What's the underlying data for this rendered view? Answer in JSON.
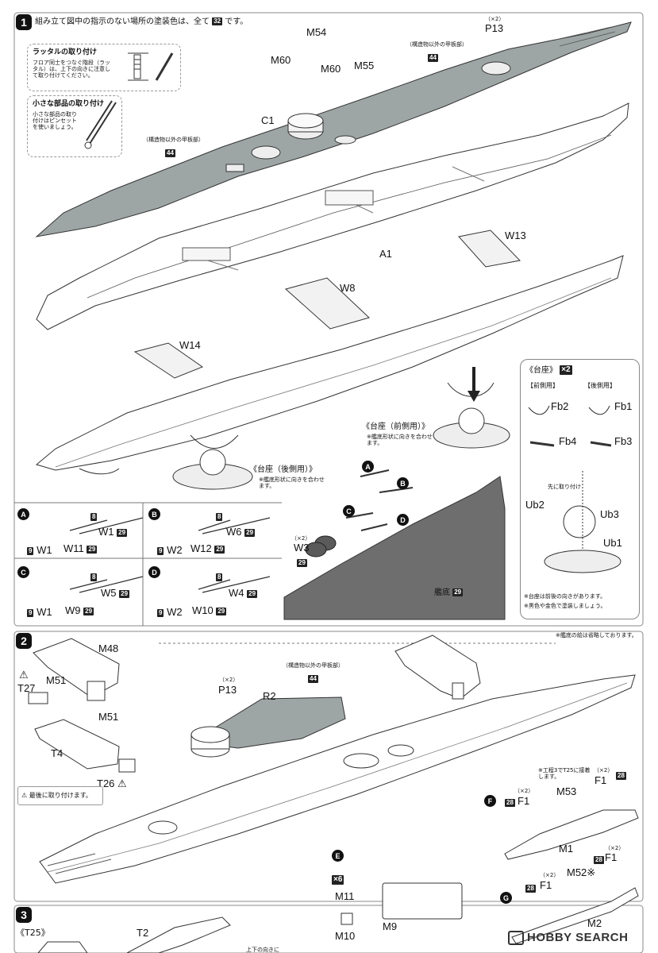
{
  "step1": {
    "number": "1",
    "header_text": "組み立て図中の指示のない場所の塗装色は、全て",
    "header_color": "32",
    "header_suffix": "です。",
    "ladder_title": "ラッタルの取り付け",
    "ladder_desc": "フロア同士をつなぐ階段（ラッタル）は、上下の向きに注意して取り付けてください。",
    "small_parts_title": "小さな部品の取り付け",
    "small_parts_desc": "小さな部品の取り付けはピンセットを使いましょう。",
    "deck_note": "（構造物以外の甲板部）",
    "deck_color": "44",
    "deck_note2": "（構造物以外の甲板部）",
    "deck_color2": "44",
    "parts": {
      "m54": "M54",
      "m60a": "M60",
      "m60b": "M60",
      "m55": "M55",
      "p13_mult": "（×2）",
      "p13": "P13",
      "c1": "C1",
      "a1": "A1",
      "w13": "W13",
      "w8": "W8",
      "w14": "W14"
    },
    "stand_front_title": "《台座（前側用）》",
    "stand_front_note": "※艦底形状に向きを合わせます。",
    "stand_rear_title": "《台座（後側用）》",
    "stand_rear_note": "※艦底形状に向きを合わせます。",
    "hull_bottom_label": "艦底",
    "hull_bottom_color": "29",
    "w3_mult": "（×2）",
    "w3": "W3",
    "w3_color": "29",
    "sub_a": {
      "letter": "A",
      "c8": "8",
      "w1": "W1",
      "w1c": "29",
      "w11": "W11",
      "w11c": "29",
      "base": "W1",
      "basec": "9"
    },
    "sub_b": {
      "letter": "B",
      "c8": "8",
      "w6": "W6",
      "w6c": "29",
      "w12": "W12",
      "w12c": "29",
      "base": "W2",
      "basec": "9"
    },
    "sub_c": {
      "letter": "C",
      "c8": "8",
      "w5": "W5",
      "w5c": "29",
      "w9": "W9",
      "w9c": "29",
      "base": "W1",
      "basec": "9"
    },
    "sub_d": {
      "letter": "D",
      "c8": "8",
      "w4": "W4",
      "w4c": "29",
      "w10": "W10",
      "w10c": "29",
      "base": "W2",
      "basec": "9"
    },
    "callouts": [
      "A",
      "B",
      "C",
      "D"
    ],
    "stand_box": {
      "title": "《台座》",
      "mult": "×2",
      "front": "【前側用】",
      "rear": "【後側用】",
      "fb2": "Fb2",
      "fb1": "Fb1",
      "fb4": "Fb4",
      "fb3": "Fb3",
      "ub2": "Ub2",
      "ub3": "Ub3",
      "ub1": "Ub1",
      "first_note": "先に取り付け",
      "note1": "※台座は前後の向きがあります。",
      "note2": "※黒色や金色で塗装しましょう。"
    }
  },
  "step2": {
    "number": "2",
    "top_note": "※艦底の絵は省略しております。",
    "m48": "M48",
    "t27": "T27",
    "m51a": "M51",
    "m51b": "M51",
    "t4": "T4",
    "t26": "T26",
    "last_note": "最後に取り付けます。",
    "deck_note": "（構造物以外の甲板部）",
    "deck_color": "44",
    "p13_mult": "（×2）",
    "p13": "P13",
    "r2": "R2",
    "t25_note": "※工程3でT25に接着します。",
    "e_letter": "E",
    "e_mult": "×6",
    "m11": "M11",
    "m10": "M10",
    "m9": "M9",
    "f_letter": "F",
    "f_c1": "28",
    "f_mult1": "（×2）",
    "f1a": "F1",
    "m53": "M53",
    "f_mult2": "（×2）",
    "f_c2": "28",
    "f1b": "F1",
    "m1": "M1",
    "g_letter": "G",
    "g_c1": "28",
    "g_mult1": "（×2）",
    "g_f1a": "F1",
    "m52": "M52※",
    "g_c2": "28",
    "g_mult2": "（×2）",
    "g_f1b": "F1",
    "m2": "M2"
  },
  "step3": {
    "number": "3",
    "t25": "《T25》",
    "t2": "T2",
    "bottom_cut": "上下の向きに"
  },
  "watermark": "HOBBY SEARCH"
}
